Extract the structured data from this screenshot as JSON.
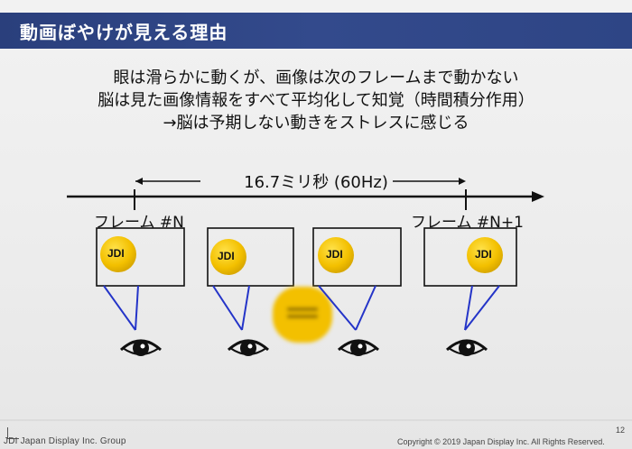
{
  "slide": {
    "title": "動画ぼやけが見える理由",
    "body_lines": [
      "眼は滑らかに動くが、画像は次のフレームまで動かない",
      "脳は見た画像情報をすべて平均化して知覚（時間積分作用）",
      "→脳は予期しない動きをストレスに感じる"
    ],
    "duration_label": "16.7ミリ秒 (60Hz)",
    "frame_start_label": "フレーム #N",
    "frame_end_label": "フレーム #N+1",
    "logo_text": "JDI",
    "footer_company": "JDI Japan Display Inc. Group",
    "footer_copyright": "Copyright © 2019 Japan Display Inc. All Rights Reserved.",
    "page_number": "12"
  },
  "colors": {
    "title_bar": "#2f4586",
    "logo_yellow": "#f5c400",
    "sight_line": "#2434c8"
  },
  "icons": [
    "eye-icon",
    "jdi-logo-icon",
    "blurred-logo-icon",
    "timeline-arrow-icon"
  ]
}
